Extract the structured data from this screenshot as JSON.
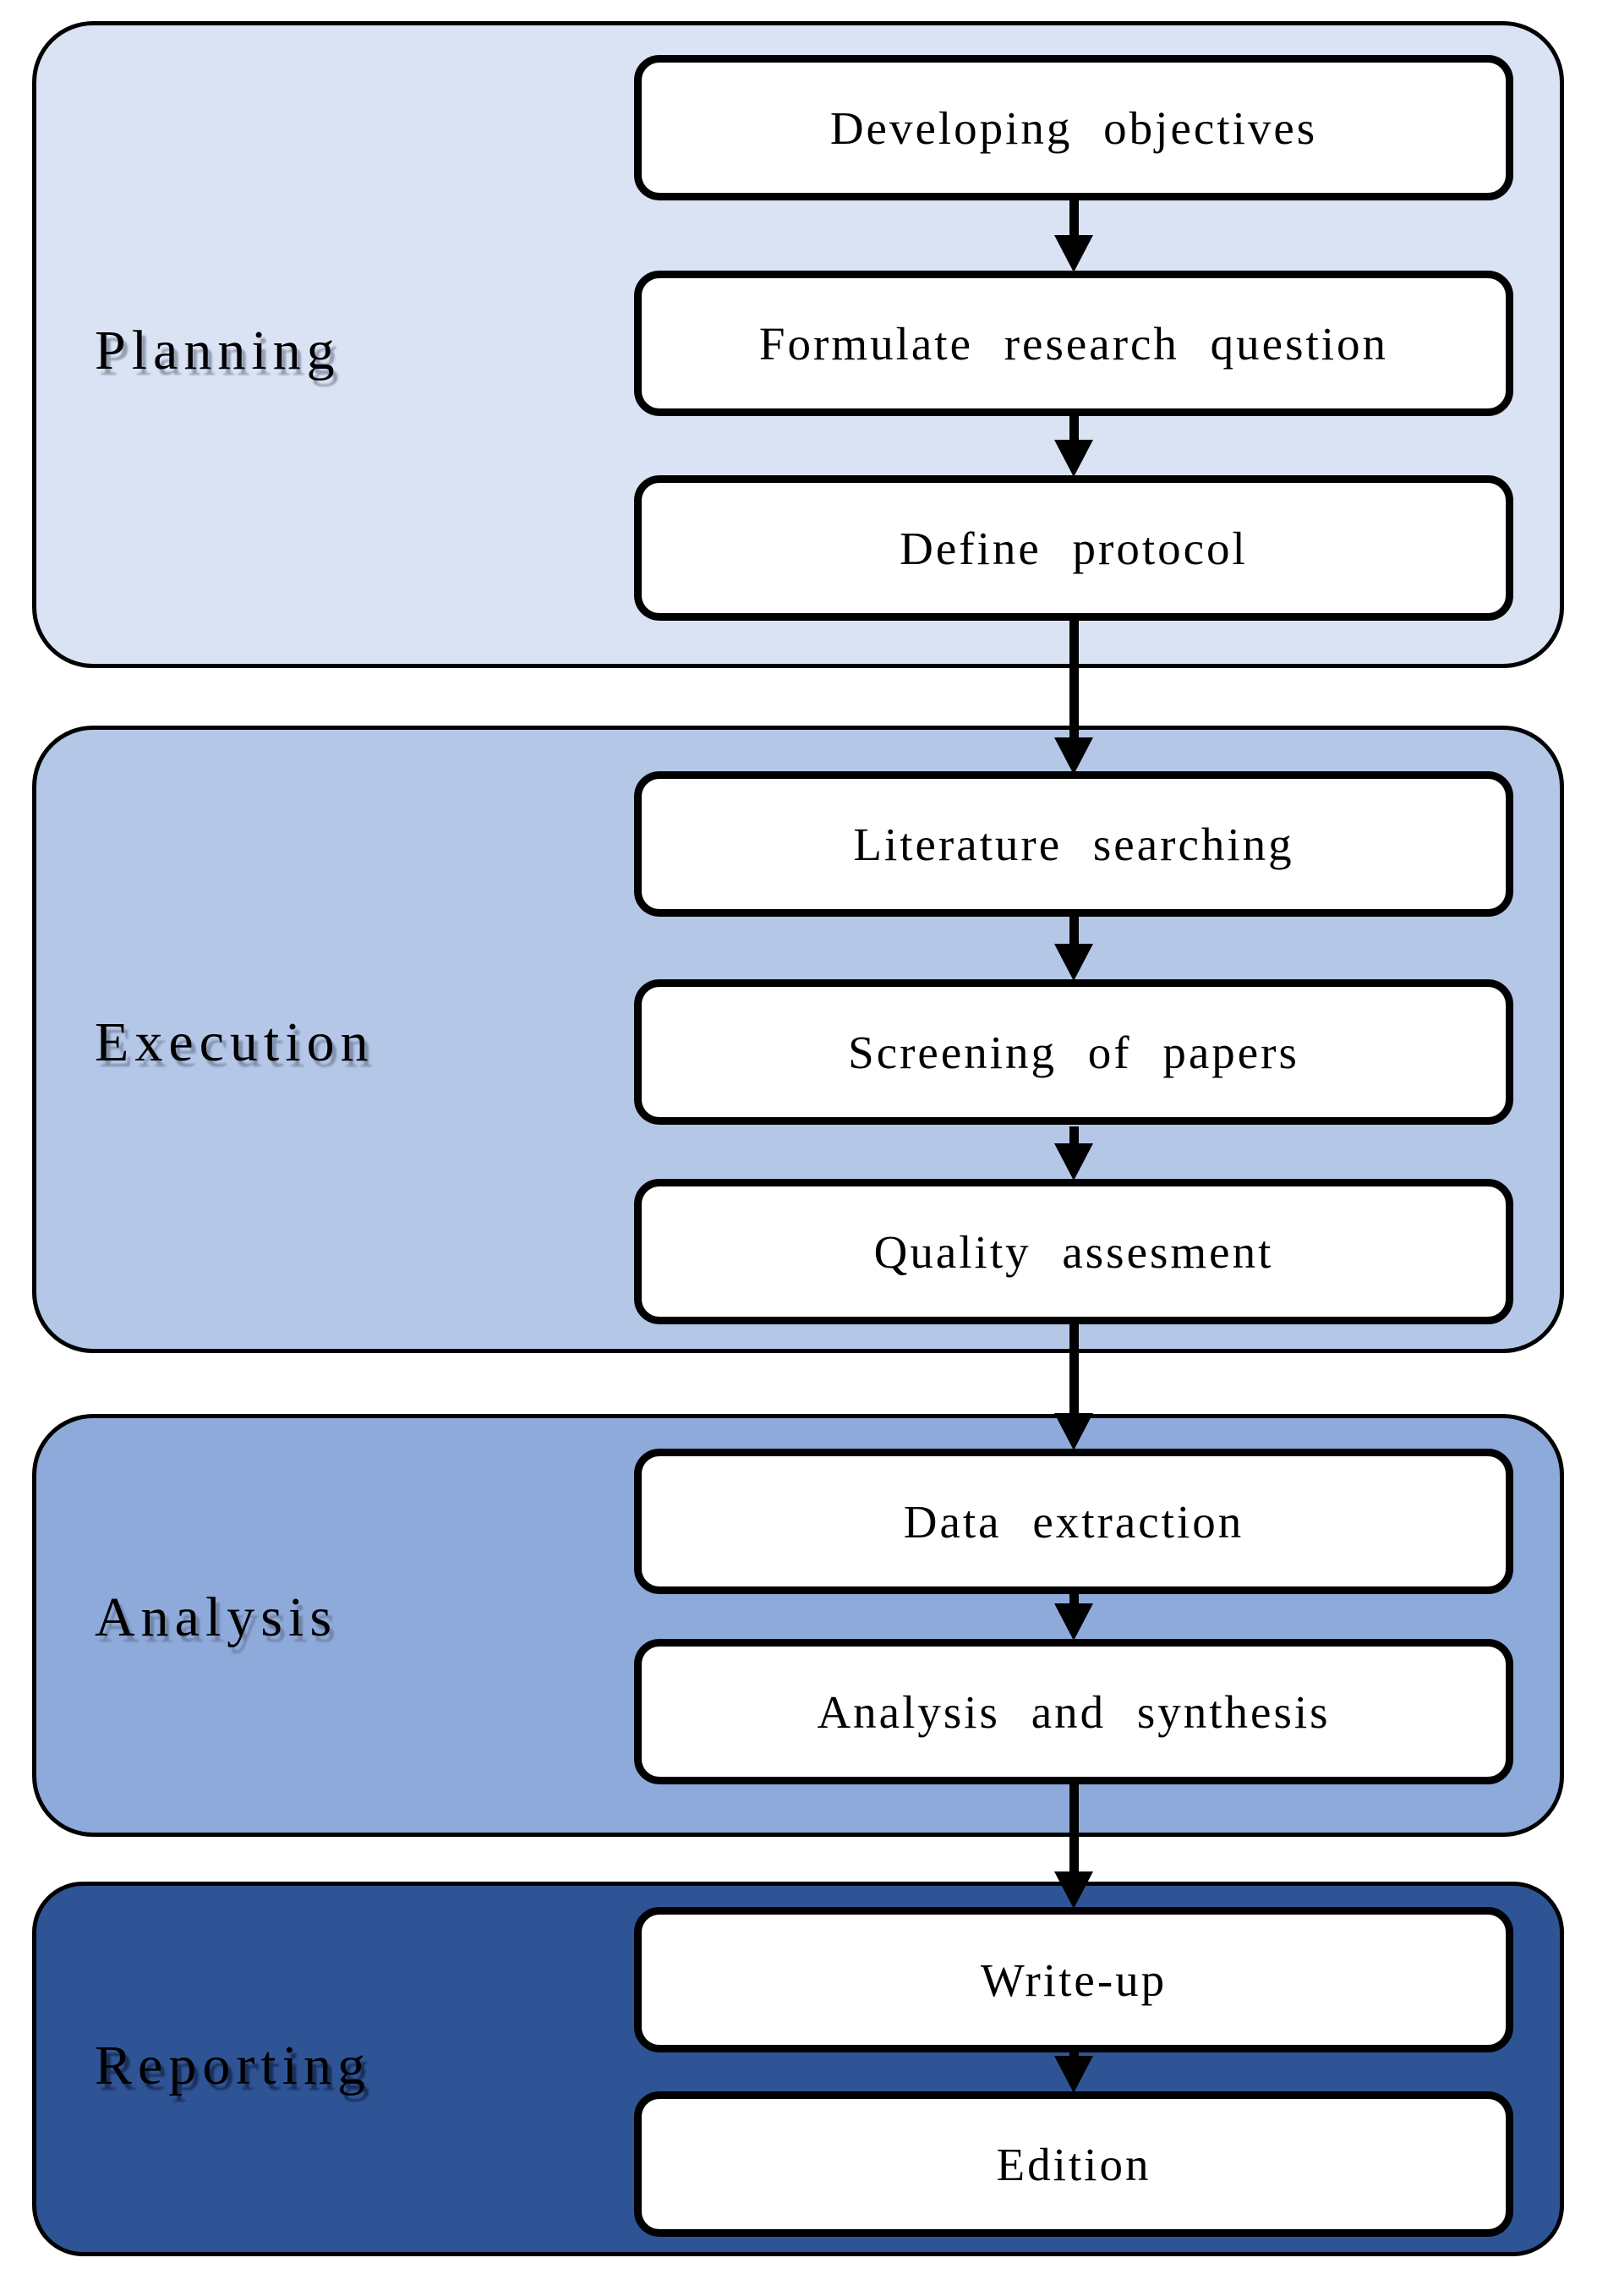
{
  "diagram": {
    "type": "flowchart",
    "orientation": "vertical",
    "box_fill": "#ffffff",
    "box_border_color": "#000000",
    "arrow_color": "#000000",
    "background_color": "#ffffff",
    "sections": [
      {
        "label": "Planning",
        "color": "#dae3f3",
        "boxes": [
          {
            "label": "Developing objectives"
          },
          {
            "label": "Formulate research question"
          },
          {
            "label": "Define protocol"
          }
        ]
      },
      {
        "label": "Execution",
        "color": "#b4c7e7",
        "boxes": [
          {
            "label": "Literature searching"
          },
          {
            "label": "Screening of papers"
          },
          {
            "label": "Quality assesment"
          }
        ]
      },
      {
        "label": "Analysis",
        "color": "#8eaadb",
        "boxes": [
          {
            "label": "Data extraction"
          },
          {
            "label": "Analysis and synthesis"
          }
        ]
      },
      {
        "label": "Reporting",
        "color": "#2f5496",
        "boxes": [
          {
            "label": "Write-up"
          },
          {
            "label": "Edition"
          }
        ]
      }
    ],
    "edges": [
      {
        "from": "Developing objectives",
        "to": "Formulate research question"
      },
      {
        "from": "Formulate research question",
        "to": "Define protocol"
      },
      {
        "from": "Define protocol",
        "to": "Literature searching"
      },
      {
        "from": "Literature searching",
        "to": "Screening of papers"
      },
      {
        "from": "Screening of papers",
        "to": "Quality assesment"
      },
      {
        "from": "Quality assesment",
        "to": "Data extraction"
      },
      {
        "from": "Data extraction",
        "to": "Analysis and synthesis"
      },
      {
        "from": "Analysis and synthesis",
        "to": "Write-up"
      },
      {
        "from": "Write-up",
        "to": "Edition"
      }
    ]
  }
}
